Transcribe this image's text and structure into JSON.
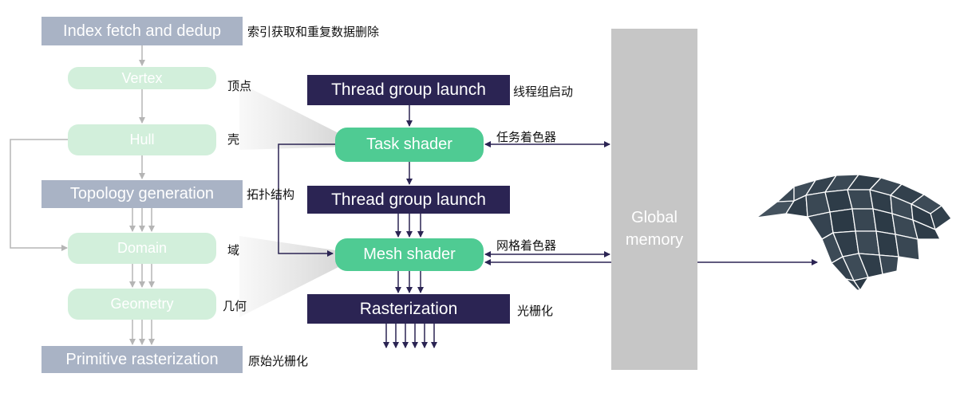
{
  "classic_pipeline": {
    "index_fetch": "Index fetch and dedup",
    "vertex": "Vertex",
    "hull": "Hull",
    "topology": "Topology generation",
    "domain": "Domain",
    "geometry": "Geometry",
    "primitive_raster": "Primitive rasterization"
  },
  "mesh_pipeline": {
    "thread_group_launch_1": "Thread group launch",
    "task_shader": "Task shader",
    "thread_group_launch_2": "Thread group launch",
    "mesh_shader": "Mesh shader",
    "rasterization": "Rasterization"
  },
  "global_memory": {
    "line1": "Global",
    "line2": "memory"
  },
  "labels_cn": {
    "index_fetch": "索引获取和重复数据删除",
    "vertex": "顶点",
    "hull": "壳",
    "topology": "拓扑结构",
    "domain": "域",
    "geometry": "几何",
    "primitive_raster": "原始光栅化",
    "thread_group_launch": "线程组启动",
    "task_shader": "任务着色器",
    "mesh_shader": "网格着色器",
    "rasterization": "光栅化"
  },
  "colors": {
    "classic_box": "#a9b3c5",
    "classic_pale": "#d2efdb",
    "mesh_dark": "#2b2453",
    "shader_green": "#4fcb93",
    "memory_grey": "#c6c6c6",
    "mesh_model": "#35434f"
  }
}
